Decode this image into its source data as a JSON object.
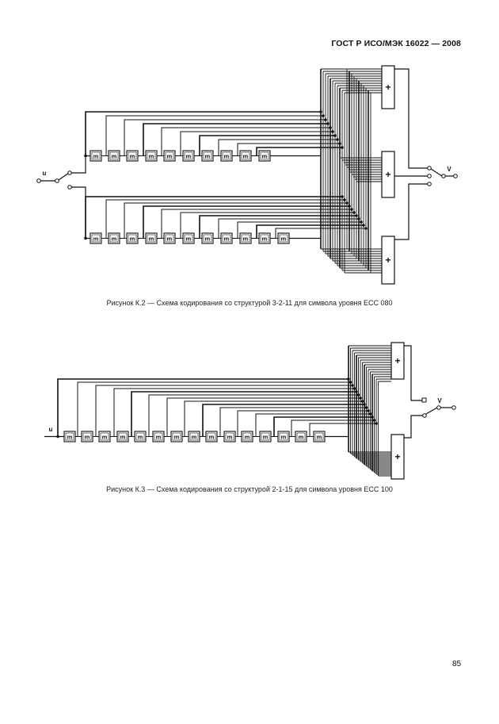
{
  "header": {
    "standard": "ГОСТ Р ИСО/МЭК 16022 — 2008"
  },
  "figure_k2": {
    "caption": "Рисунок К.2 — Схема кодирования со структурой 3-2-11 для символа уровня ЕСС 080",
    "input_label": "u",
    "output_label": "V",
    "register_label": "m",
    "adder_label": "+"
  },
  "figure_k3": {
    "caption": "Рисунок К.3 — Схема кодирования со структурой 2-1-15 для символа уровня ЕСС 100",
    "input_label": "u",
    "output_label": "V",
    "register_label": "m",
    "adder_label": "+"
  },
  "page_number": "85"
}
